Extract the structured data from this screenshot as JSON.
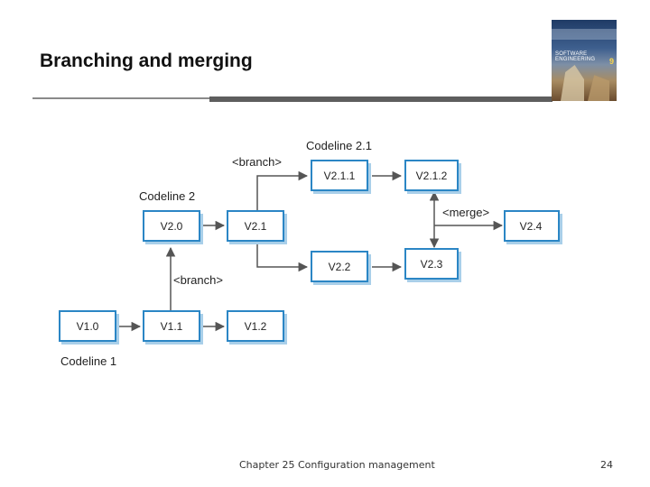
{
  "slide": {
    "title": "Branching and merging",
    "footer": "Chapter 25 Configuration management",
    "page_number": "24"
  },
  "book_cover": {
    "title_text": "SOFTWARE ENGINEERING",
    "edition": "9"
  },
  "diagram": {
    "codeline_labels": [
      "Codeline 2.1",
      "Codeline 2",
      "Codeline 1"
    ],
    "branch_labels": [
      "<branch>",
      "<branch>"
    ],
    "merge_label": "<merge>",
    "versions": [
      "V2.1.1",
      "V2.1.2",
      "V2.0",
      "V2.1",
      "V2.4",
      "V2.2",
      "V2.3",
      "V1.0",
      "V1.1",
      "V1.2"
    ]
  },
  "colors": {
    "box_border": "#2b86c5",
    "box_fill": "#ffffff",
    "shadow": "#a9cfe9",
    "arrow": "#555555"
  }
}
